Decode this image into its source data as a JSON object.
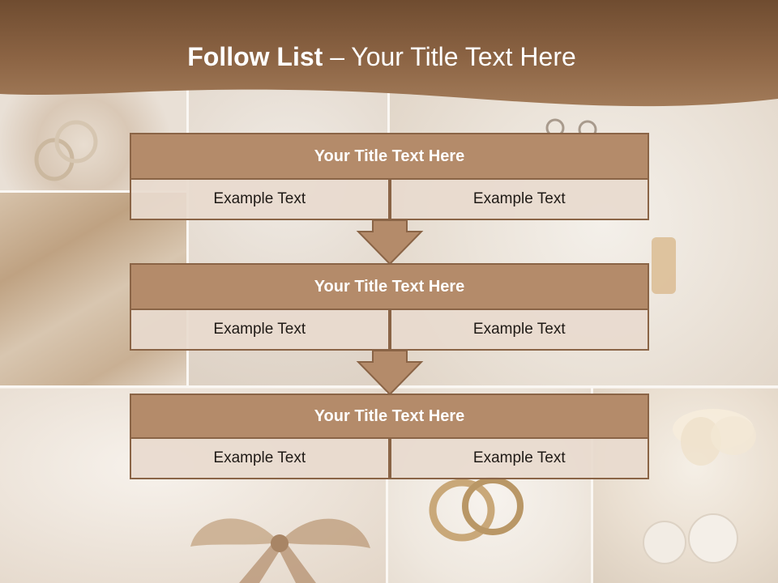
{
  "header": {
    "title_bold": "Follow List",
    "title_rest": " – Your Title Text Here"
  },
  "colors": {
    "header_band": "#7b5638",
    "box_title_fill": "#b48b6a",
    "box_border": "#8a6446",
    "cell_fill": "#e8dace"
  },
  "steps": [
    {
      "title": "Your Title Text Here",
      "cells": [
        "Example Text",
        "Example Text"
      ]
    },
    {
      "title": "Your Title Text Here",
      "cells": [
        "Example Text",
        "Example Text"
      ]
    },
    {
      "title": "Your Title Text Here",
      "cells": [
        "Example Text",
        "Example Text"
      ]
    }
  ],
  "connectors": [
    "down-arrow-icon",
    "down-arrow-icon"
  ]
}
